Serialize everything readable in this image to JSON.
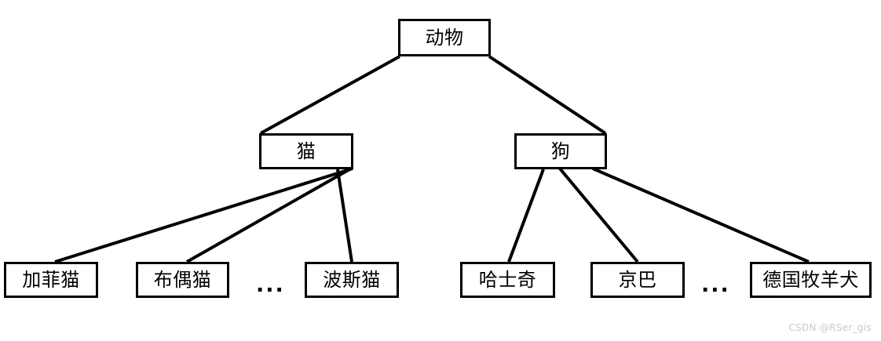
{
  "diagram": {
    "type": "hierarchy-tree",
    "background_color": "#ffffff",
    "line_color": "#000000",
    "box_border_color": "#000000",
    "root": {
      "label": "动物"
    },
    "level2": [
      {
        "label": "猫"
      },
      {
        "label": "狗"
      }
    ],
    "leaves_cats": [
      {
        "label": "加菲猫"
      },
      {
        "label": "布偶猫"
      },
      {
        "label": "波斯猫"
      }
    ],
    "leaves_dogs": [
      {
        "label": "哈士奇"
      },
      {
        "label": "京巴"
      },
      {
        "label": "德国牧羊犬"
      }
    ],
    "ellipsis_cats": "...",
    "ellipsis_dogs": "..."
  },
  "watermark": {
    "text": "CSDN @RSer_gis",
    "color": "#c9c9c9"
  }
}
